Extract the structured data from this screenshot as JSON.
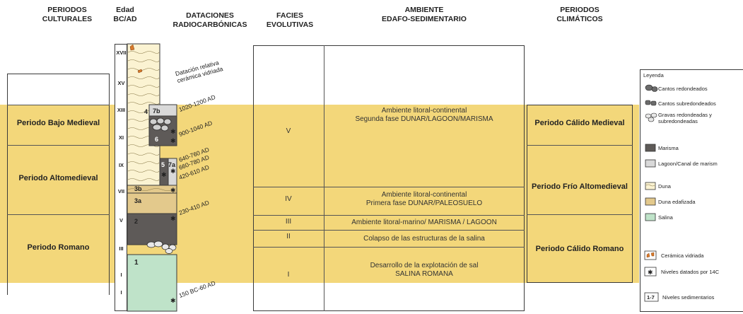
{
  "headers": {
    "culturales": "PERIODOS\nCULTURALES",
    "edad": "Edad\nBC/AD",
    "dataciones": "DATACIONES\nRADIOCARBÓNICAS",
    "facies": "FACIES\nEVOLUTIVAS",
    "ambiente": "AMBIENTE\nEDAFO-SEDIMENTARIO",
    "climaticos": "PERIODOS\nCLIMÁTICOS"
  },
  "cultural_periods": [
    "Periodo Bajo Medieval",
    "Periodo Altomedieval",
    "Periodo Romano"
  ],
  "climatic_periods": [
    "Periodo Cálido Medieval",
    "Periodo Frío Altomedieval",
    "Periodo Cálido Romano"
  ],
  "age_labels": [
    "XVII",
    "XV",
    "XIII",
    "XI",
    "IX",
    "VII",
    "V",
    "III",
    "I",
    "I"
  ],
  "levels": [
    "1",
    "2",
    "3a",
    "3b",
    "4",
    "5",
    "6",
    "7a",
    "7b"
  ],
  "dates": [
    "Datación relativa\ncerámica vidriada",
    "1020-1200 AD",
    "900-1040 AD",
    "640-760 AD",
    "660-780 AD",
    "420-610 AD",
    "230-410 AD",
    "150 BC-60 AD"
  ],
  "facies": [
    "V",
    "IV",
    "III",
    "II",
    "I"
  ],
  "environments": [
    "Ambiente litoral-continental\nSegunda fase DUNAR/LAGOON/MARISMA",
    "Ambiente litoral-continental\nPrimera fase DUNAR/PALEOSUELO",
    "Ambiente litoral-marino/ MARISMA / LAGOON",
    "Colapso de las estructuras de la salina",
    "Desarrollo de la explotación de sal\nSALINA ROMANA"
  ],
  "legend": {
    "title": "Leyenda",
    "items": [
      "Cantos redondeados",
      "Cantos subredondeados",
      "Gravas redondeadas y\nsubredondeadas",
      "Marisma",
      "Lagoon/Canal de marism",
      "Duna",
      "Duna edafizada",
      "Salina",
      "Cerámica vidriada",
      "Niveles datados por 14C",
      "Niveles sedimentarios"
    ],
    "level_code": "1-7"
  },
  "colors": {
    "band": "#f3d77a",
    "duna": "#fbf3d2",
    "duna_edafizada": "#e3c98c",
    "marisma": "#5e5a58",
    "lagoon": "#d9d9d9",
    "salina": "#bfe3c9"
  }
}
